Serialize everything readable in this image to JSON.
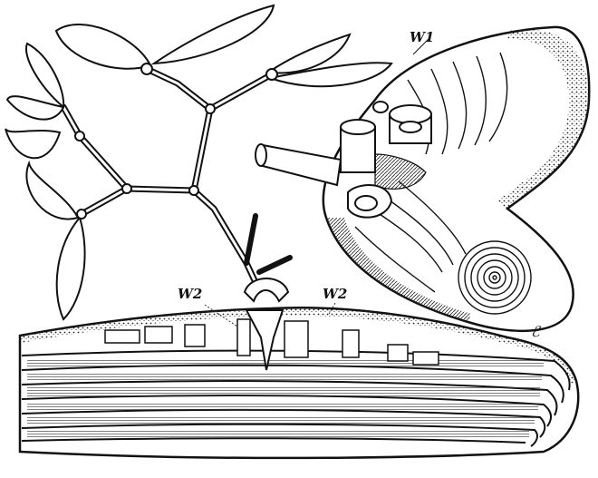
{
  "figure": {
    "labels": {
      "w1": "W1",
      "w2_left": "W2",
      "w2_right": "W2"
    },
    "signature": "ℰ",
    "colors": {
      "ink": "#111111",
      "paper": "#ffffff",
      "shade": "#555555",
      "bark": "#333333"
    }
  }
}
